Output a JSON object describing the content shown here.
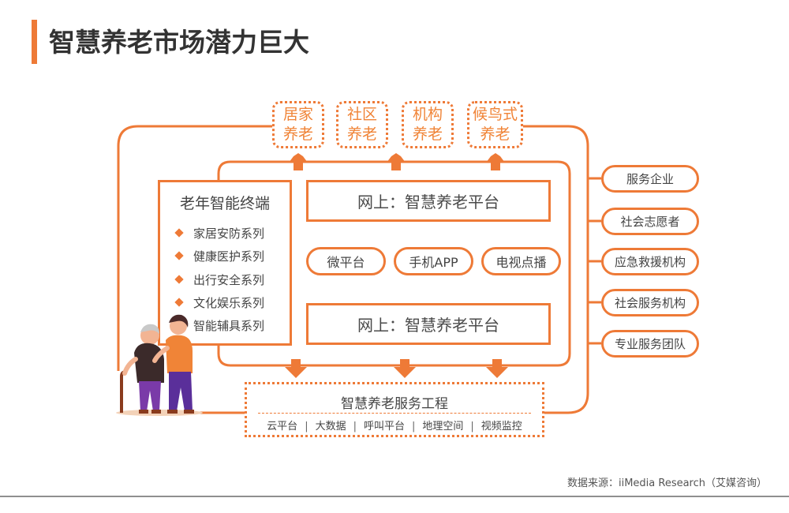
{
  "title": "智慧养老市场潜力巨大",
  "modes": [
    {
      "line1": "居家",
      "line2": "养老"
    },
    {
      "line1": "社区",
      "line2": "养老"
    },
    {
      "line1": "机构",
      "line2": "养老"
    },
    {
      "line1": "候鸟式",
      "line2": "养老"
    }
  ],
  "terminal": {
    "title": "老年智能终端",
    "items": [
      "家居安防系列",
      "健康医护系列",
      "出行安全系列",
      "文化娱乐系列",
      "智能辅具系列"
    ]
  },
  "platform_top": "网上：智慧养老平台",
  "platform_bottom": "网上：智慧养老平台",
  "channels": [
    "微平台",
    "手机APP",
    "电视点播"
  ],
  "right_items": [
    "服务企业",
    "社会志愿者",
    "应急救援机构",
    "社会服务机构",
    "专业服务团队"
  ],
  "engineering": {
    "title": "智慧养老服务工程",
    "items": [
      "云平台",
      "大数据",
      "呼叫平台",
      "地理空间",
      "视频监控"
    ]
  },
  "source": "数据来源：iiMedia Research（艾媒咨询）",
  "colors": {
    "accent": "#ee7a37",
    "text": "#4a4a4a"
  },
  "illustration": "elderly-couple-with-cane"
}
